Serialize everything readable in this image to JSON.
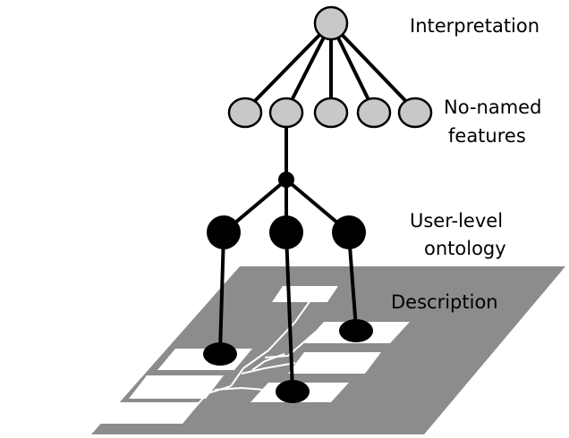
{
  "labels": {
    "interpretation": "Interpretation",
    "no_named_line1": "No-named",
    "no_named_line2": "features",
    "user_level_line1": "User-level",
    "user_level_line2": "ontology",
    "description": "Description"
  },
  "colors": {
    "plane": "#8c8c8c",
    "feature_node": "#c8c8c8",
    "ontology_node": "#000000",
    "document": "#ffffff"
  }
}
